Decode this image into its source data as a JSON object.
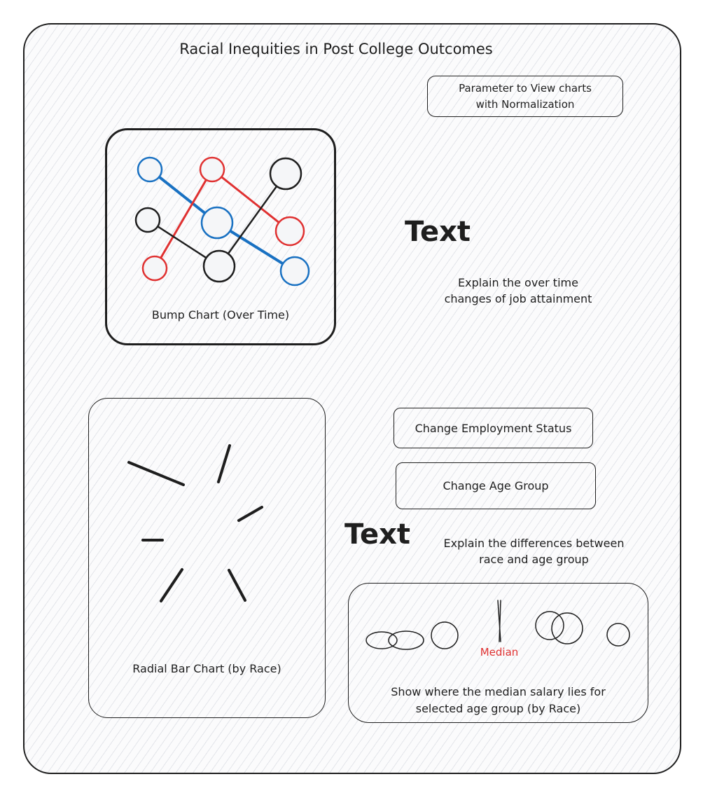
{
  "title": "Racial Inequities in Post College Outcomes",
  "parameter_button": "Parameter to View charts\nwith Normalization",
  "bump_chart": {
    "label": "Bump Chart (Over Time)",
    "colors": {
      "blue": "#1971c2",
      "red": "#e03131",
      "black": "#1e1e1e"
    }
  },
  "section1": {
    "heading": "Text",
    "description": "Explain the over time\nchanges of job attainment"
  },
  "radial_chart": {
    "label": "Radial Bar Chart (by Race)"
  },
  "controls": {
    "employment_button": "Change Employment Status",
    "age_button": "Change Age Group"
  },
  "section2": {
    "heading": "Text",
    "description": "Explain the differences between\nrace and age group"
  },
  "median_chart": {
    "median_label": "Median",
    "median_color": "#e03131",
    "label": "Show where the median salary lies for\nselected age group (by Race)"
  }
}
